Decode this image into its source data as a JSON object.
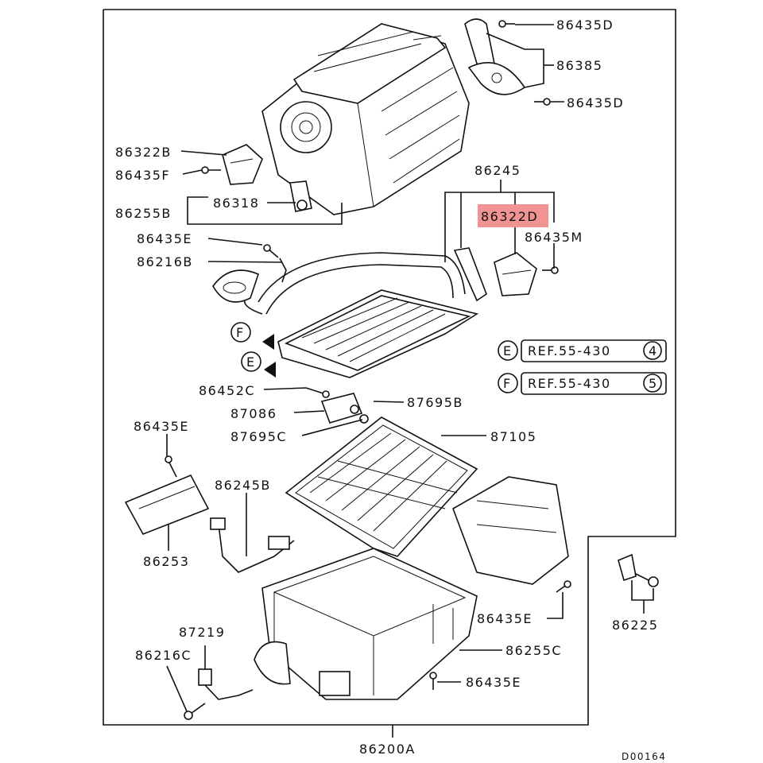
{
  "diagram_id": "D00164",
  "highlight_color": "#f08080",
  "labels": {
    "l86435D_top": "86435D",
    "l86385": "86385",
    "l86435D_mid": "86435D",
    "l86322B": "86322B",
    "l86435F": "86435F",
    "l86245": "86245",
    "l86318": "86318",
    "l86255B": "86255B",
    "l86322D": "86322D",
    "l86435M": "86435M",
    "l86435E_a": "86435E",
    "l86216B": "86216B",
    "l86452C": "86452C",
    "l87695B": "87695B",
    "l87086": "87086",
    "l87695C": "87695C",
    "l87105": "87105",
    "l86435E_b": "86435E",
    "l86245B": "86245B",
    "l86253": "86253",
    "l86225": "86225",
    "l86435E_c": "86435E",
    "l87219": "87219",
    "l86216C": "86216C",
    "l86255C": "86255C",
    "l86435E_d": "86435E",
    "l86200A": "86200A"
  },
  "refs": [
    {
      "marker": "E",
      "text": "REF.55-430",
      "num": "4"
    },
    {
      "marker": "F",
      "text": "REF.55-430",
      "num": "5"
    }
  ],
  "arrow_markers": [
    "F",
    "E"
  ]
}
